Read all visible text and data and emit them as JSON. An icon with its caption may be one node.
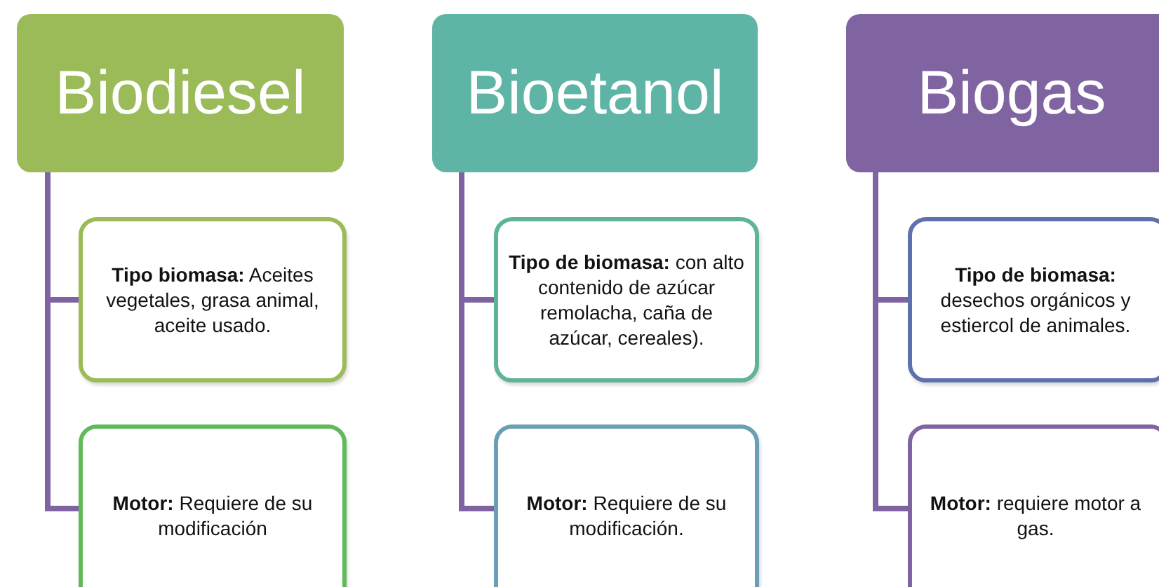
{
  "diagram": {
    "nodes": [
      {
        "text": [
          "Biodiesel"
        ]
      },
      {
        "text": [
          "**Tipo biomasa:** Aceites vegetales, grasa animal, aceite usado."
        ]
      },
      {
        "text": [
          "**Motor:** Requiere de su modificación"
        ]
      },
      {
        "text": [
          "Bioetanol"
        ]
      },
      {
        "text": [
          "**Tipo de biomasa:** con alto contenido de azúcar remolacha, caña de azúcar, cereales)."
        ]
      },
      {
        "text": [
          "**Motor:** Requiere de su modificación."
        ]
      },
      {
        "text": [
          "Biogas"
        ]
      },
      {
        "text": [
          "**Tipo de biomasa:** desechos orgánicos y estiercol de animales."
        ]
      },
      {
        "text": [
          "**Motor:** requiere motor a gas."
        ]
      }
    ],
    "edges": [
      {
        "from": 0,
        "to": 1,
        "arrow": "none"
      },
      {
        "from": 0,
        "to": 2,
        "arrow": "none"
      },
      {
        "from": 3,
        "to": 4,
        "arrow": "none"
      },
      {
        "from": 3,
        "to": 5,
        "arrow": "none"
      },
      {
        "from": 6,
        "to": 7,
        "arrow": "none"
      },
      {
        "from": 6,
        "to": 8,
        "arrow": "none"
      }
    ]
  }
}
